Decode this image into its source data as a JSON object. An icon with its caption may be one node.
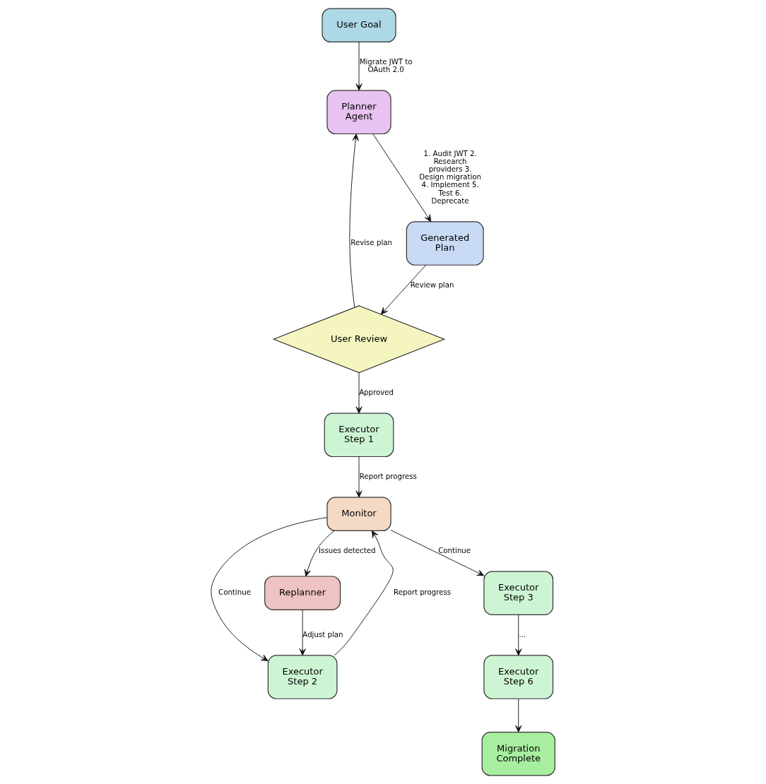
{
  "diagram": {
    "nodes": [
      {
        "text": [
          "User Goal"
        ]
      },
      {
        "text": [
          "User Review"
        ]
      },
      {
        "text": [
          "Planner Agent"
        ]
      },
      {
        "text": [
          "Generated Plan"
        ]
      },
      {
        "text": [
          "Executor Step 1"
        ]
      },
      {
        "text": [
          "Monitor"
        ]
      },
      {
        "text": [
          "Replanner"
        ]
      },
      {
        "text": [
          "Executor Step 2"
        ]
      },
      {
        "text": [
          "Executor Step 3"
        ]
      },
      {
        "text": [
          "Executor Step 6"
        ]
      },
      {
        "text": [
          "Migration Complete"
        ]
      }
    ],
    "edges": [
      {
        "from": 0,
        "to": 2,
        "arrow": "to",
        "label": "Migrate JWT to OAuth 2.0"
      },
      {
        "from": 1,
        "to": 2,
        "arrow": "to",
        "label": "Revise plan"
      },
      {
        "from": 2,
        "to": 3,
        "arrow": "to",
        "label": "1. Audit JWT 2. Research providers 3. Design migration 4. Implement 5. Test 6. Deprecate"
      },
      {
        "from": 3,
        "to": 1,
        "arrow": "to",
        "label": "Review plan"
      },
      {
        "from": 1,
        "to": 4,
        "arrow": "to",
        "label": "Approved"
      },
      {
        "from": 4,
        "to": 5,
        "arrow": "to",
        "label": "Report progress"
      },
      {
        "from": 5,
        "to": 7,
        "arrow": "to",
        "label": "Continue"
      },
      {
        "from": 5,
        "to": 6,
        "arrow": "to",
        "label": "Issues detected"
      },
      {
        "from": 5,
        "to": 8,
        "arrow": "to",
        "label": "Continue"
      },
      {
        "from": 6,
        "to": 7,
        "arrow": "to",
        "label": "Adjust plan"
      },
      {
        "from": 7,
        "to": 5,
        "arrow": "to",
        "label": "Report progress"
      },
      {
        "from": 8,
        "to": 9,
        "arrow": "to",
        "label": "..."
      },
      {
        "from": 9,
        "to": 10,
        "arrow": "to"
      }
    ]
  }
}
